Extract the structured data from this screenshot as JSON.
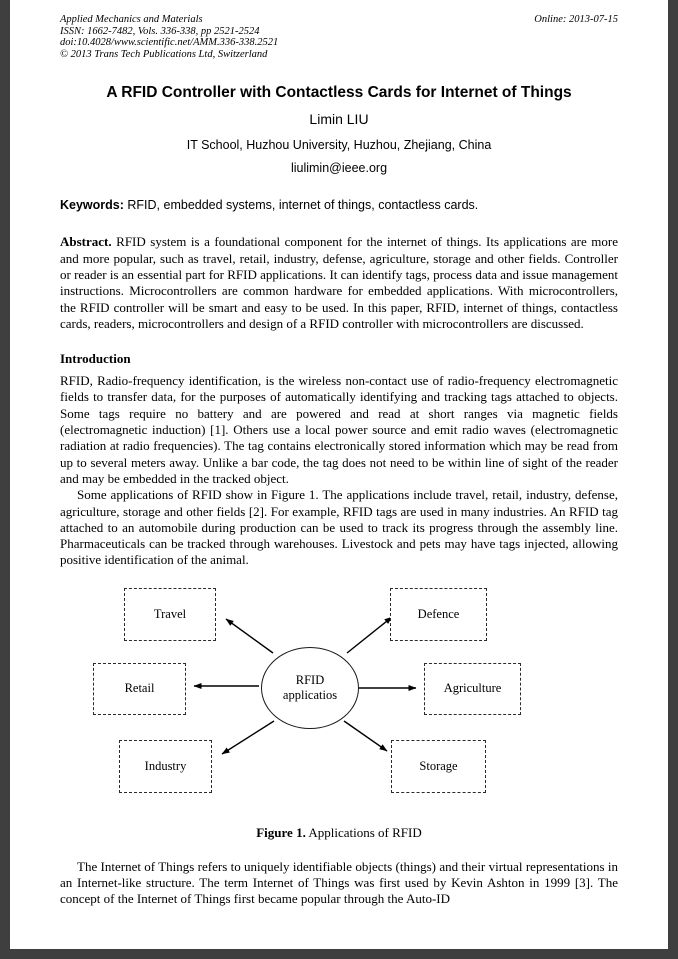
{
  "header": {
    "journal": "Applied Mechanics and Materials",
    "issn": "ISSN: 1662-7482, Vols. 336-338, pp 2521-2524",
    "doi": "doi:10.4028/www.scientific.net/AMM.336-338.2521",
    "copyright": "© 2013 Trans Tech Publications Ltd, Switzerland",
    "online": "Online: 2013-07-15"
  },
  "title": "A RFID Controller with Contactless Cards for Internet of Things",
  "author": "Limin LIU",
  "affiliation": "IT School, Huzhou University, Huzhou, Zhejiang, China",
  "email": "liulimin@ieee.org",
  "keywords": {
    "label": "Keywords:",
    "text": "RFID, embedded systems, internet of things, contactless cards."
  },
  "abstract": {
    "label": "Abstract.",
    "text": "RFID system is a foundational component for the internet of things. Its applications are more and more popular, such as travel, retail, industry, defense, agriculture, storage and other fields. Controller or reader is an essential part for RFID applications. It can identify tags, process data and issue management instructions. Microcontrollers are common hardware for embedded applications. With microcontrollers, the RFID controller will be smart and easy to be used. In this paper, RFID, internet of things, contactless cards, readers, microcontrollers and design of a RFID controller with microcontrollers are discussed."
  },
  "introduction": {
    "heading": "Introduction",
    "p1": "RFID, Radio-frequency identification, is the wireless non-contact use of radio-frequency electromagnetic fields to transfer data, for the purposes of automatically identifying and tracking tags attached to objects. Some tags require no battery and are powered and read at short ranges via magnetic fields (electromagnetic induction) [1]. Others use a local power source and emit radio waves (electromagnetic radiation at radio frequencies). The tag contains electronically stored information which may be read from up to several meters away. Unlike a bar code, the tag does not need to be within line of sight of the reader and may be embedded in the tracked object.",
    "p2": "Some applications of RFID show in Figure 1. The applications include travel, retail, industry, defense, agriculture, storage and other fields [2]. For example, RFID tags are used in many industries. An RFID tag attached to an automobile during production can be used to track its progress through the assembly line. Pharmaceuticals can be tracked through warehouses. Livestock and pets may have tags injected, allowing positive identification of the animal."
  },
  "figure": {
    "center": {
      "line1": "RFID",
      "line2": "applicatios"
    },
    "nodes": [
      {
        "label": "Travel"
      },
      {
        "label": "Defence"
      },
      {
        "label": "Retail"
      },
      {
        "label": "Agriculture"
      },
      {
        "label": "Industry"
      },
      {
        "label": "Storage"
      }
    ],
    "caption_label": "Figure 1.",
    "caption_text": "Applications of RFID"
  },
  "after_figure": {
    "p1": "The Internet of Things refers to uniquely identifiable objects (things) and their virtual representations in an Internet-like structure. The term Internet of Things was first used by Kevin Ashton in 1999 [3]. The concept of the Internet of Things first became popular through the Auto-ID"
  }
}
